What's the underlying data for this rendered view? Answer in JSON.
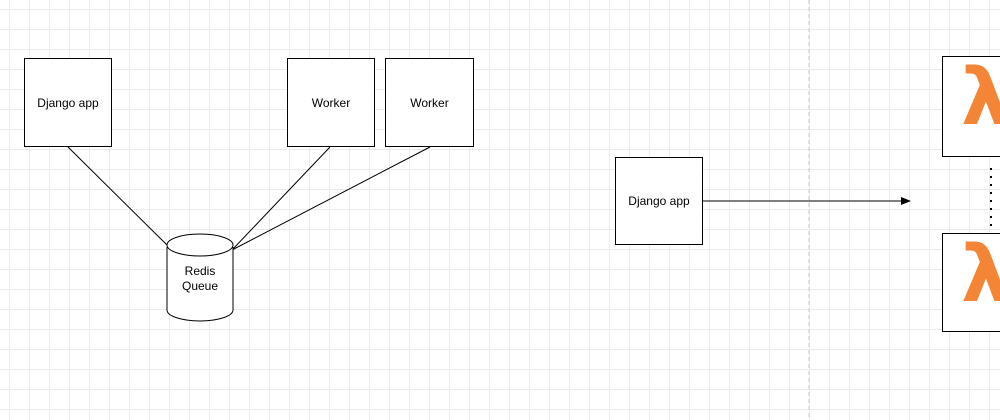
{
  "left_diagram": {
    "django_app_label": "Django app",
    "worker_1_label": "Worker",
    "worker_2_label": "Worker",
    "queue_line1": "Redis",
    "queue_line2": "Queue"
  },
  "right_diagram": {
    "django_app_label": "Django app",
    "lambda_symbol_top": "λ",
    "lambda_symbol_bottom": "λ"
  },
  "colors": {
    "grid": "#ebebeb",
    "stroke": "#000000",
    "lambda_orange": "#f58536",
    "divider": "#c8c8c8"
  }
}
